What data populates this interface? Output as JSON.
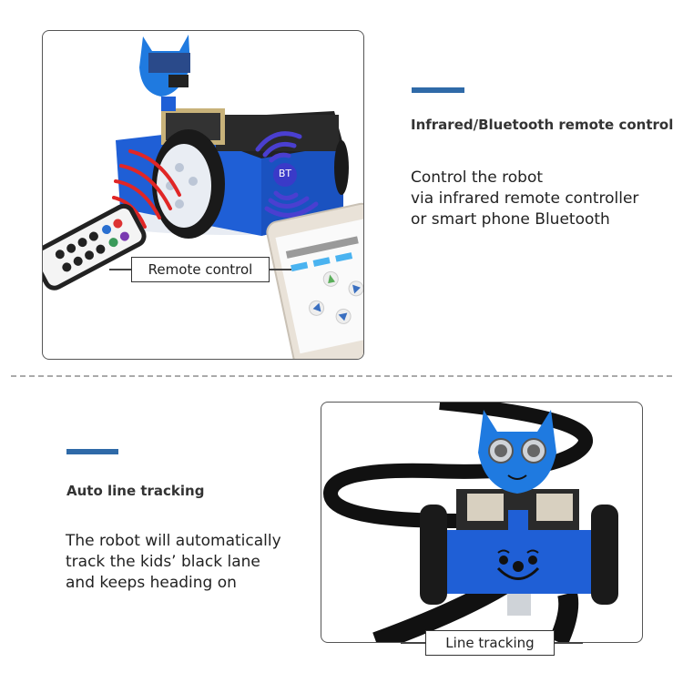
{
  "theme": {
    "accent": "#2f6aa8",
    "robot_blue": "#1f5fd6",
    "frame_border": "#555555"
  },
  "section1": {
    "heading": "Infrared/Bluetooth remote control",
    "body_lines": [
      "Control the robot",
      "via infrared remote controller",
      "or smart phone Bluetooth"
    ],
    "image_label": "Remote control",
    "bt_badge": "BT",
    "phone_buttons": [
      "up-arrow",
      "left-arrow",
      "right-arrow",
      "down-arrow"
    ]
  },
  "section2": {
    "heading": "Auto line tracking",
    "body_lines": [
      "The robot will automatically",
      "track the kids’ black lane",
      "and keeps heading on"
    ],
    "image_label": "Line tracking"
  }
}
